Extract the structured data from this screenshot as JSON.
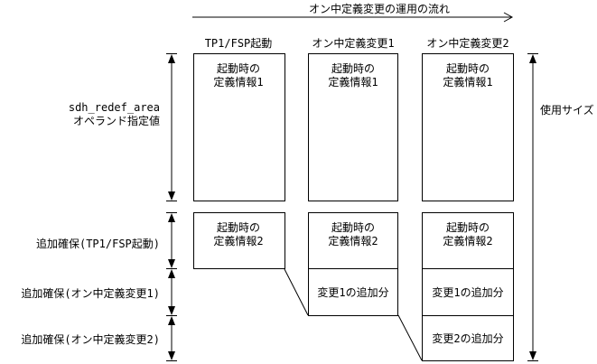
{
  "flow": {
    "title": "オン中定義変更の運用の流れ"
  },
  "columns": [
    {
      "header": "TP1/FSP起動"
    },
    {
      "header": "オン中定義変更1"
    },
    {
      "header": "オン中定義変更2"
    }
  ],
  "left_labels": {
    "area_line1": "sdh_redef_area",
    "area_line2": "オペランド指定値",
    "extra_tp1": "追加確保(TP1/FSP起動)",
    "extra_change1": "追加確保(オン中定義変更1)",
    "extra_change2": "追加確保(オン中定義変更2)"
  },
  "right_label": "使用サイズ",
  "boxes": {
    "def_info1_line1": "起動時の",
    "def_info1_line2": "定義情報1",
    "def_info2_line1": "起動時の",
    "def_info2_line2": "定義情報2",
    "change1_add": "変更1の追加分",
    "change2_add": "変更2の追加分"
  }
}
